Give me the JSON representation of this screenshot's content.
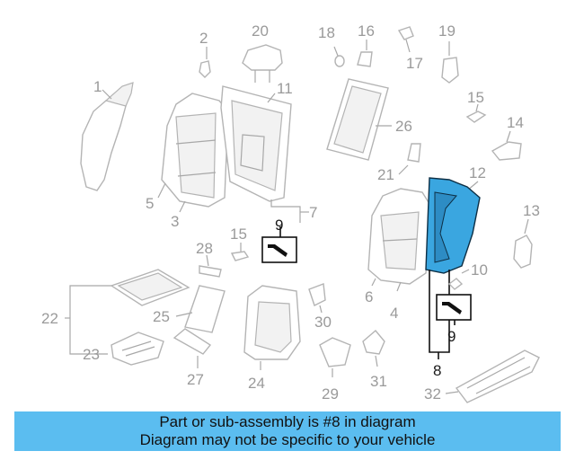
{
  "labels": {
    "l1": "1",
    "l2": "2",
    "l3": "3",
    "l4": "4",
    "l5": "5",
    "l6": "6",
    "l7": "7",
    "l8": "8",
    "l9a": "9",
    "l9b": "9",
    "l10": "10",
    "l11": "11",
    "l12": "12",
    "l13": "13",
    "l14": "14",
    "l15a": "15",
    "l15b": "15",
    "l16": "16",
    "l17": "17",
    "l18": "18",
    "l19": "19",
    "l20": "20",
    "l21": "21",
    "l22": "22",
    "l23": "23",
    "l24": "24",
    "l25": "25",
    "l26": "26",
    "l27": "27",
    "l28": "28",
    "l29": "29",
    "l30": "30",
    "l31": "31",
    "l32": "32"
  },
  "highlight": {
    "part_number": "8",
    "color": "#3aa6e0"
  },
  "banner": {
    "line1": "Part or sub-assembly is #8 in diagram",
    "line2": "Diagram may not be specific to your vehicle",
    "color": "#5bbdf0"
  }
}
